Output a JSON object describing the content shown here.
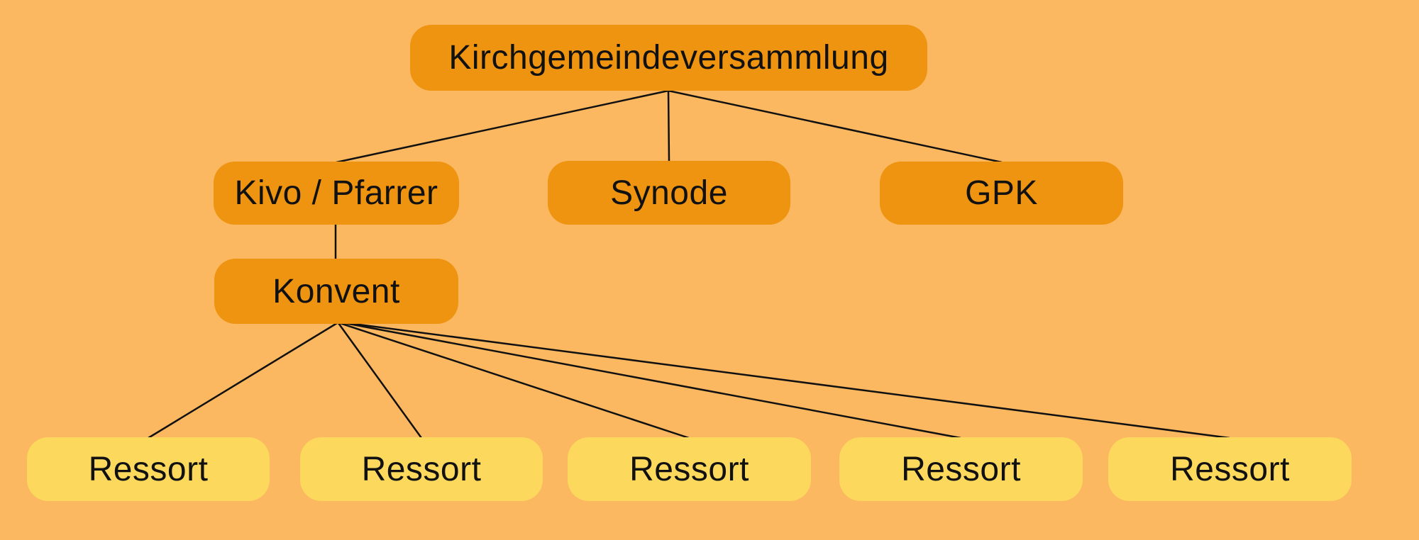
{
  "diagram": {
    "type": "org-chart",
    "colors": {
      "background": "#FBB860",
      "node_primary": "#EE9410",
      "node_secondary": "#FCD85D",
      "text": "#111111",
      "line": "#111111"
    },
    "nodes": {
      "kgv": {
        "label": "Kirchgemeindeversammlung",
        "level": 1
      },
      "kivo": {
        "label": "Kivo / Pfarrer",
        "level": 2
      },
      "synode": {
        "label": "Synode",
        "level": 2
      },
      "gpk": {
        "label": "GPK",
        "level": 2
      },
      "konvent": {
        "label": "Konvent",
        "level": 3
      },
      "r1": {
        "label": "Ressort",
        "level": 4
      },
      "r2": {
        "label": "Ressort",
        "level": 4
      },
      "r3": {
        "label": "Ressort",
        "level": 4
      },
      "r4": {
        "label": "Ressort",
        "level": 4
      },
      "r5": {
        "label": "Ressort",
        "level": 4
      }
    },
    "edges": [
      {
        "from": "kgv",
        "to": "kivo"
      },
      {
        "from": "kgv",
        "to": "synode"
      },
      {
        "from": "kgv",
        "to": "gpk"
      },
      {
        "from": "kivo",
        "to": "konvent"
      },
      {
        "from": "konvent",
        "to": "r1"
      },
      {
        "from": "konvent",
        "to": "r2"
      },
      {
        "from": "konvent",
        "to": "r3"
      },
      {
        "from": "konvent",
        "to": "r4"
      },
      {
        "from": "konvent",
        "to": "r5"
      }
    ]
  }
}
